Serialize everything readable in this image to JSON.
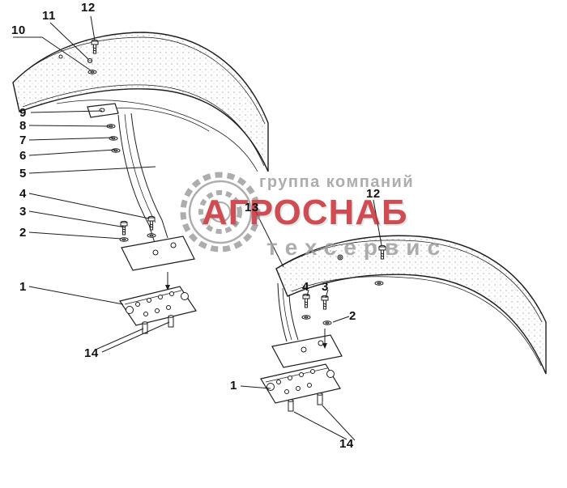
{
  "diagram": {
    "line_color": "#1c1c1c",
    "background": "#ffffff"
  },
  "watermark": {
    "line1": "группа компаний",
    "line2": "АГРОСНАБ",
    "line3": "техсервис",
    "red": "#c5272d",
    "gray": "#9c9c9c",
    "gear_icon": "gear-logo"
  },
  "left_assembly": {
    "callouts": [
      "12",
      "11",
      "10",
      "9",
      "8",
      "7",
      "6",
      "5",
      "4",
      "3",
      "2",
      "1",
      "14"
    ]
  },
  "right_assembly": {
    "callouts": [
      "13",
      "12",
      "4",
      "3",
      "2",
      "1",
      "14"
    ]
  }
}
